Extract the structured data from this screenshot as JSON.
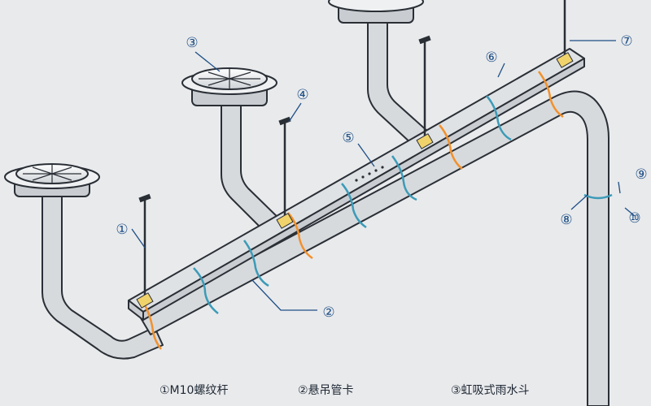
{
  "callouts": [
    {
      "id": "1",
      "text": "①"
    },
    {
      "id": "2",
      "text": "②"
    },
    {
      "id": "3",
      "text": "③"
    },
    {
      "id": "4",
      "text": "④"
    },
    {
      "id": "5",
      "text": "⑤"
    },
    {
      "id": "6",
      "text": "⑥"
    },
    {
      "id": "7",
      "text": "⑦"
    },
    {
      "id": "8",
      "text": "⑧"
    },
    {
      "id": "9",
      "text": "⑨"
    },
    {
      "id": "10",
      "text": "⑩"
    }
  ],
  "legend": [
    {
      "text": "①M10螺纹杆"
    },
    {
      "text": "②悬吊管卡"
    },
    {
      "text": "③虹吸式雨水斗"
    }
  ],
  "colors": {
    "background": "#e9eaec",
    "pipe_fill": "#d7dadd",
    "pipe_outline": "#2a2f36",
    "clamp_blue": "#3b9bb8",
    "clamp_orange": "#f2912c",
    "fitting_yellow": "#f1d36b",
    "callout": "#1e4f86"
  }
}
